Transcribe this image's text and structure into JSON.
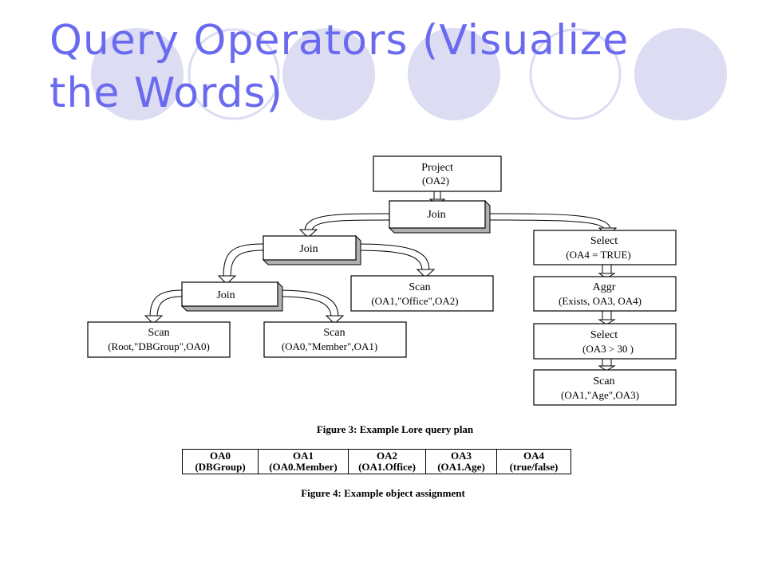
{
  "slide": {
    "title": "Query Operators (Visualize the Words)"
  },
  "theme": {
    "title_color": "#6a6af0",
    "circle_fill": "#dcdcf2",
    "circle_ring": "#dcdcf2"
  },
  "plan": {
    "nodes": [
      {
        "id": "project",
        "name": "Project",
        "args": "(OA2)",
        "style": "flat"
      },
      {
        "id": "join1",
        "name": "Join",
        "args": "",
        "style": "3d"
      },
      {
        "id": "join2",
        "name": "Join",
        "args": "",
        "style": "3d"
      },
      {
        "id": "join3",
        "name": "Join",
        "args": "",
        "style": "3d"
      },
      {
        "id": "scan_root",
        "name": "Scan",
        "args": "(Root,\"DBGroup\",OA0)",
        "style": "flat"
      },
      {
        "id": "scan_member",
        "name": "Scan",
        "args": "(OA0,\"Member\",OA1)",
        "style": "flat"
      },
      {
        "id": "scan_office",
        "name": "Scan",
        "args": "(OA1,\"Office\",OA2)",
        "style": "flat"
      },
      {
        "id": "select1",
        "name": "Select",
        "args": "(OA4  = TRUE)",
        "style": "flat"
      },
      {
        "id": "aggr",
        "name": "Aggr",
        "args": "(Exists, OA3, OA4)",
        "style": "flat"
      },
      {
        "id": "select2",
        "name": "Select",
        "args": "(OA3 > 30  )",
        "style": "flat"
      },
      {
        "id": "scan_age",
        "name": "Scan",
        "args": "(OA1,\"Age\",OA3)",
        "style": "flat"
      }
    ],
    "caption": "Figure 3: Example Lore query plan"
  },
  "assignment": {
    "columns": [
      {
        "name": "OA0",
        "desc": "(DBGroup)"
      },
      {
        "name": "OA1",
        "desc": "(OA0.Member)"
      },
      {
        "name": "OA2",
        "desc": "(OA1.Office)"
      },
      {
        "name": "OA3",
        "desc": "(OA1.Age)"
      },
      {
        "name": "OA4",
        "desc": "(true/false)"
      }
    ],
    "caption": "Figure 4: Example object assignment"
  }
}
